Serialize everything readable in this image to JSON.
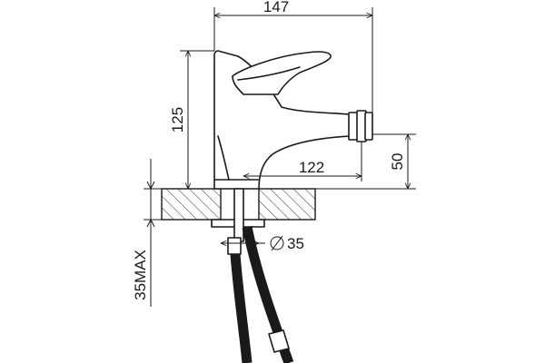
{
  "drawing": {
    "dimensions": {
      "overall_width": "147",
      "height": "125",
      "spout_reach": "122",
      "outlet_height": "50",
      "hole_diameter": "35",
      "counter_thickness": "35MAX"
    },
    "symbols": {
      "diameter": "Ø"
    }
  }
}
